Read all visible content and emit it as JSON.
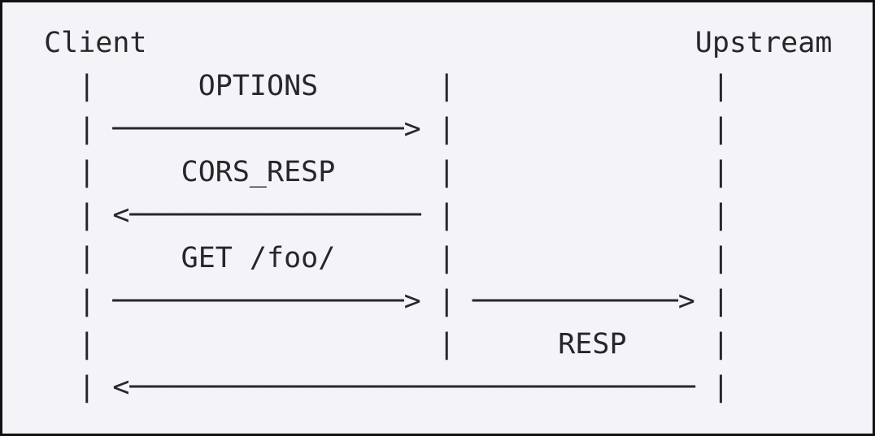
{
  "colors": {
    "background": "#f4f4f8",
    "border": "#121214",
    "text": "#26262b"
  },
  "diagram": {
    "type": "ascii-sequence-diagram",
    "actors": [
      "Client",
      "Upstream"
    ],
    "lifeline_count": 3,
    "messages": [
      {
        "label": "OPTIONS",
        "from": "Client",
        "to": "middle-lifeline",
        "direction": "right"
      },
      {
        "label": "CORS_RESP",
        "from": "middle-lifeline",
        "to": "Client",
        "direction": "left"
      },
      {
        "label": "GET /foo/",
        "from": "Client",
        "to": "Upstream",
        "direction": "right"
      },
      {
        "label": "RESP",
        "from": "Upstream",
        "to": "Client",
        "direction": "left"
      }
    ],
    "lines": [
      " Client                                Upstream",
      "   |      OPTIONS       |               |",
      "   | ─────────────────> |               |",
      "   |     CORS_RESP      |               |",
      "   | <───────────────── |               |",
      "   |     GET /foo/      |               |",
      "   | ─────────────────> | ────────────> |",
      "   |                    |      RESP     |",
      "   | <───────────────────────────────── |"
    ]
  }
}
